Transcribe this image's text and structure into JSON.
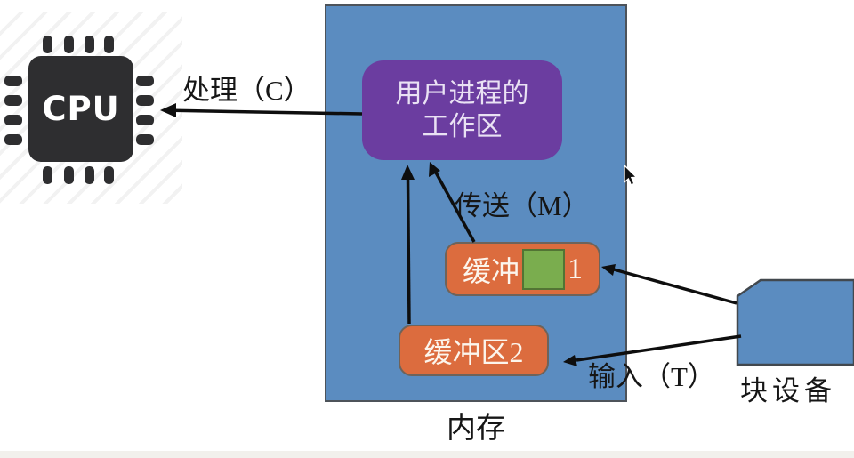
{
  "diagram": {
    "cpu_label": "CPU",
    "memory_label": "内存",
    "work_area_line1": "用户进程的",
    "work_area_line2": "工作区",
    "buffer1_prefix": "缓冲",
    "buffer1_number": "1",
    "buffer2_label": "缓冲区2",
    "block_device_label": "块设备",
    "arrow_process_label": "处理（C）",
    "arrow_transfer_label": "传送（M）",
    "arrow_input_label": "输入（T）"
  },
  "colors": {
    "memory_fill": "#5b8cc0",
    "memory_border": "#4d535a",
    "work_area_fill": "#6b3da0",
    "buffer_fill": "#dc6c3e",
    "green_square_fill": "#7aad4e",
    "chip_fill": "#2e2e30",
    "arrow_color": "#0e0e0e"
  }
}
